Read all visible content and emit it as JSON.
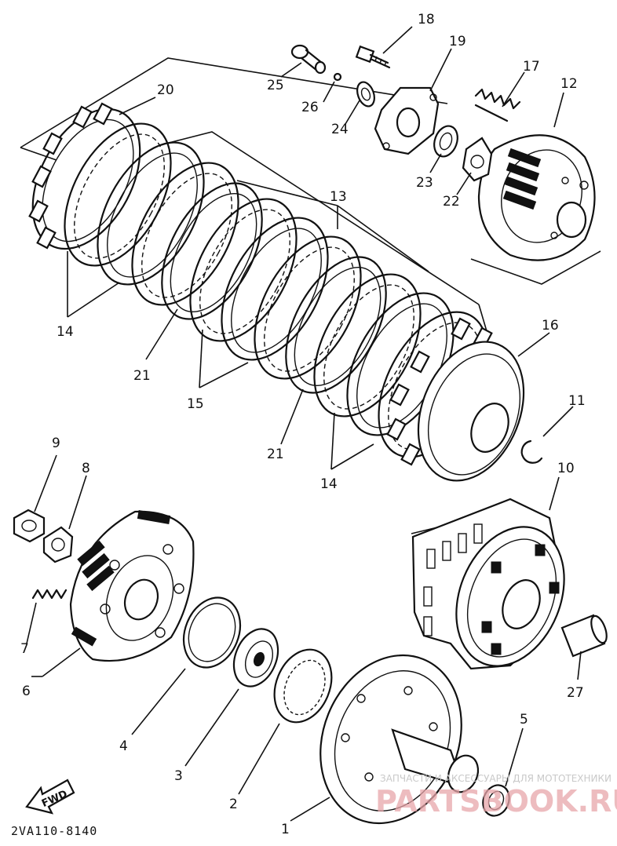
{
  "diagram": {
    "code": "2VA110-8140",
    "fwd_label": "FWD",
    "watermark_line": "ЗАПЧАСТИ И АКСЕССУАРЫ ДЛЯ МОТОТЕХНИКИ",
    "watermark_brand": "PARTSBOOK.RU"
  },
  "callouts": {
    "c1": "1",
    "c2": "2",
    "c3": "3",
    "c4": "4",
    "c5": "5",
    "c6": "6",
    "c7": "7",
    "c8": "8",
    "c9": "9",
    "c10": "10",
    "c11": "11",
    "c12": "12",
    "c13": "13",
    "c14a": "14",
    "c14b": "14",
    "c15": "15",
    "c16": "16",
    "c17": "17",
    "c18": "18",
    "c19": "19",
    "c20": "20",
    "c21a": "21",
    "c21b": "21",
    "c22": "22",
    "c23": "23",
    "c24": "24",
    "c25": "25",
    "c26": "26",
    "c27": "27"
  }
}
